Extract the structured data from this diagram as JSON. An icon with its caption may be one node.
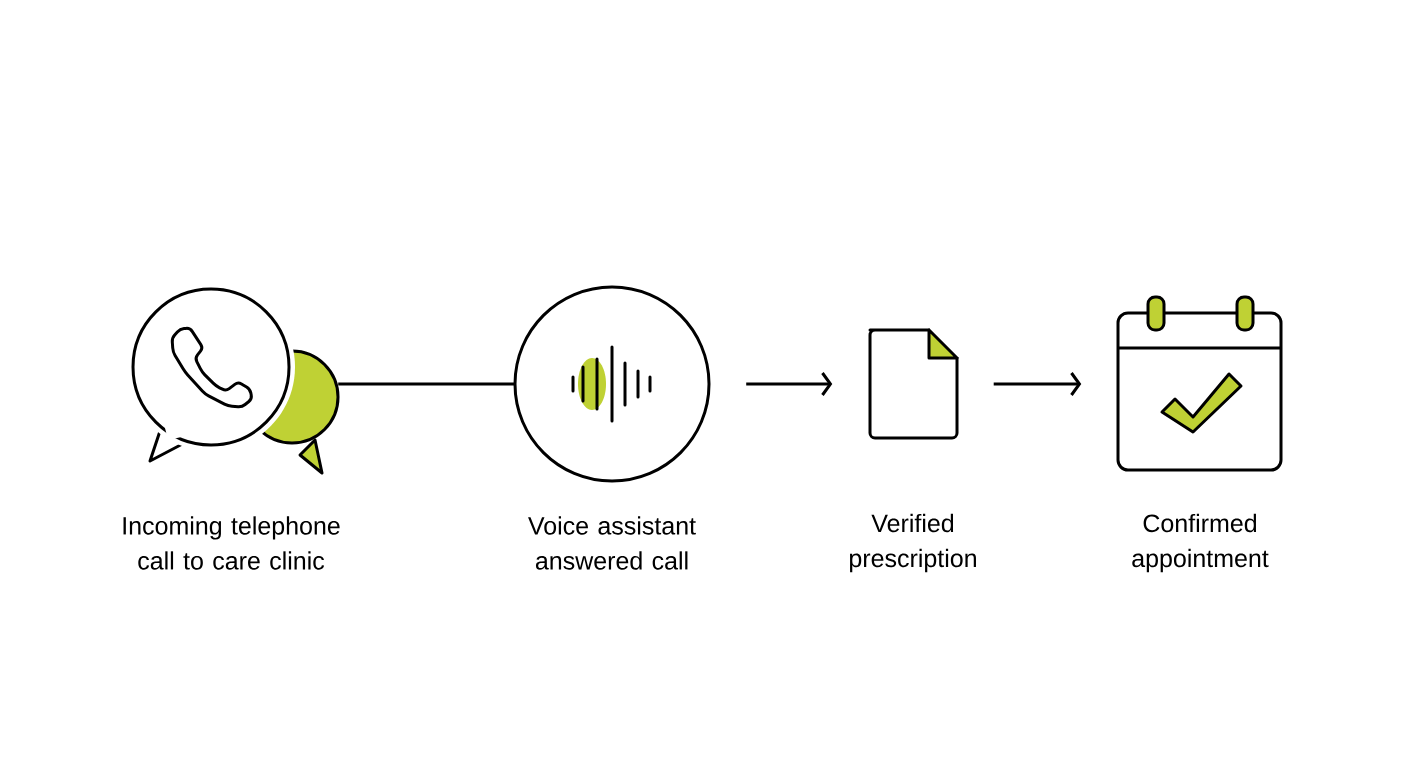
{
  "diagram": {
    "nodes": [
      {
        "text": [
          "Incoming telephone call to care clinic"
        ]
      },
      {
        "text": [
          "Voice assistant answered call"
        ]
      },
      {
        "text": [
          "Verified prescription"
        ]
      },
      {
        "text": [
          "Confirmed appointment"
        ]
      }
    ],
    "edges": [
      {
        "from": 0,
        "to": 1,
        "arrow": "none"
      },
      {
        "from": 1,
        "to": 2,
        "arrow": "to"
      },
      {
        "from": 2,
        "to": 3,
        "arrow": "to"
      }
    ]
  }
}
